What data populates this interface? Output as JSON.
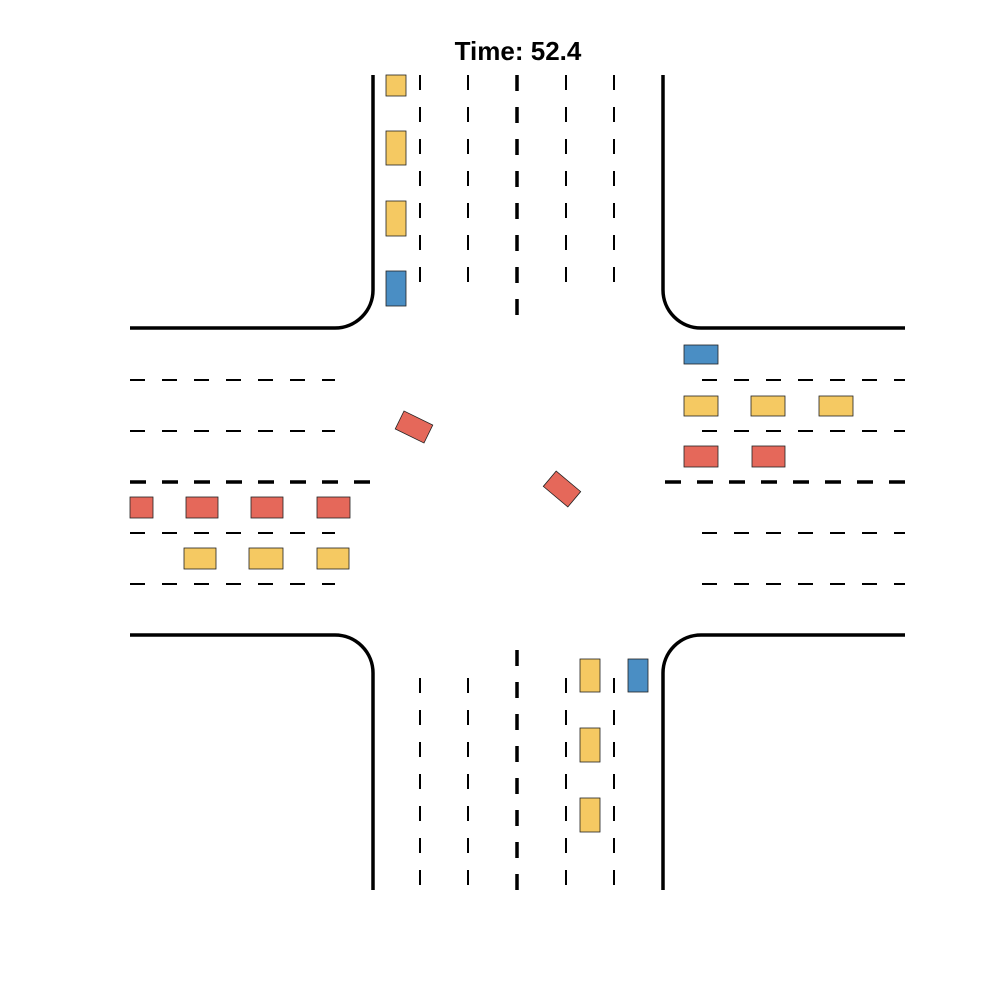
{
  "title": "Time: 52.4",
  "colors": {
    "red": "#E5685A",
    "yellow": "#F5C962",
    "blue": "#4A8EC4",
    "road_line": "#000000"
  },
  "vehicles": [
    {
      "id": "north-approach-1",
      "color": "yellow"
    },
    {
      "id": "north-approach-2",
      "color": "yellow"
    },
    {
      "id": "north-approach-3",
      "color": "yellow"
    },
    {
      "id": "north-approach-4",
      "color": "blue"
    },
    {
      "id": "east-approach-1",
      "color": "blue"
    },
    {
      "id": "east-approach-2",
      "color": "yellow"
    },
    {
      "id": "east-approach-3",
      "color": "yellow"
    },
    {
      "id": "east-approach-4",
      "color": "yellow"
    },
    {
      "id": "east-approach-5",
      "color": "red"
    },
    {
      "id": "east-approach-6",
      "color": "red"
    },
    {
      "id": "west-approach-1",
      "color": "red"
    },
    {
      "id": "west-approach-2",
      "color": "red"
    },
    {
      "id": "west-approach-3",
      "color": "red"
    },
    {
      "id": "west-approach-4",
      "color": "red"
    },
    {
      "id": "west-approach-5",
      "color": "yellow"
    },
    {
      "id": "west-approach-6",
      "color": "yellow"
    },
    {
      "id": "west-approach-7",
      "color": "yellow"
    },
    {
      "id": "south-approach-1",
      "color": "yellow"
    },
    {
      "id": "south-approach-2",
      "color": "blue"
    },
    {
      "id": "south-approach-3",
      "color": "yellow"
    },
    {
      "id": "south-approach-4",
      "color": "yellow"
    },
    {
      "id": "turning-vehicle-1",
      "color": "red"
    },
    {
      "id": "turning-vehicle-2",
      "color": "red"
    }
  ]
}
